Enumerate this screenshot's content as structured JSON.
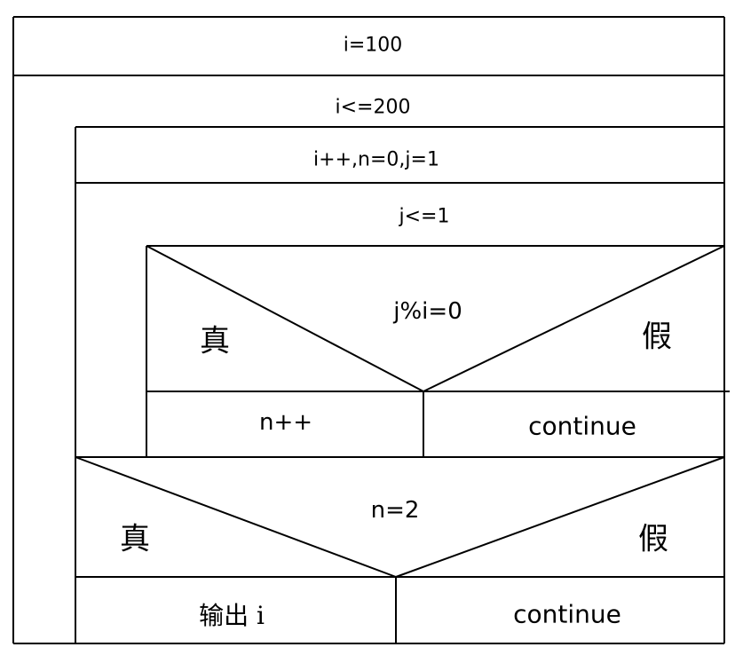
{
  "diagram": {
    "type": "nassi-shneiderman",
    "outer_init": "i=100",
    "outer_condition": "i<=200",
    "outer_body_init": "i++,n=0,j=1",
    "inner_condition": "j<=1",
    "inner_decision": {
      "condition": "j%i=0",
      "true_label": "真",
      "false_label": "假",
      "true_action": "n++",
      "false_action": "continue"
    },
    "outer_decision": {
      "condition": "n=2",
      "true_label": "真",
      "false_label": "假",
      "true_action": "输出 i",
      "false_action": "continue"
    }
  }
}
